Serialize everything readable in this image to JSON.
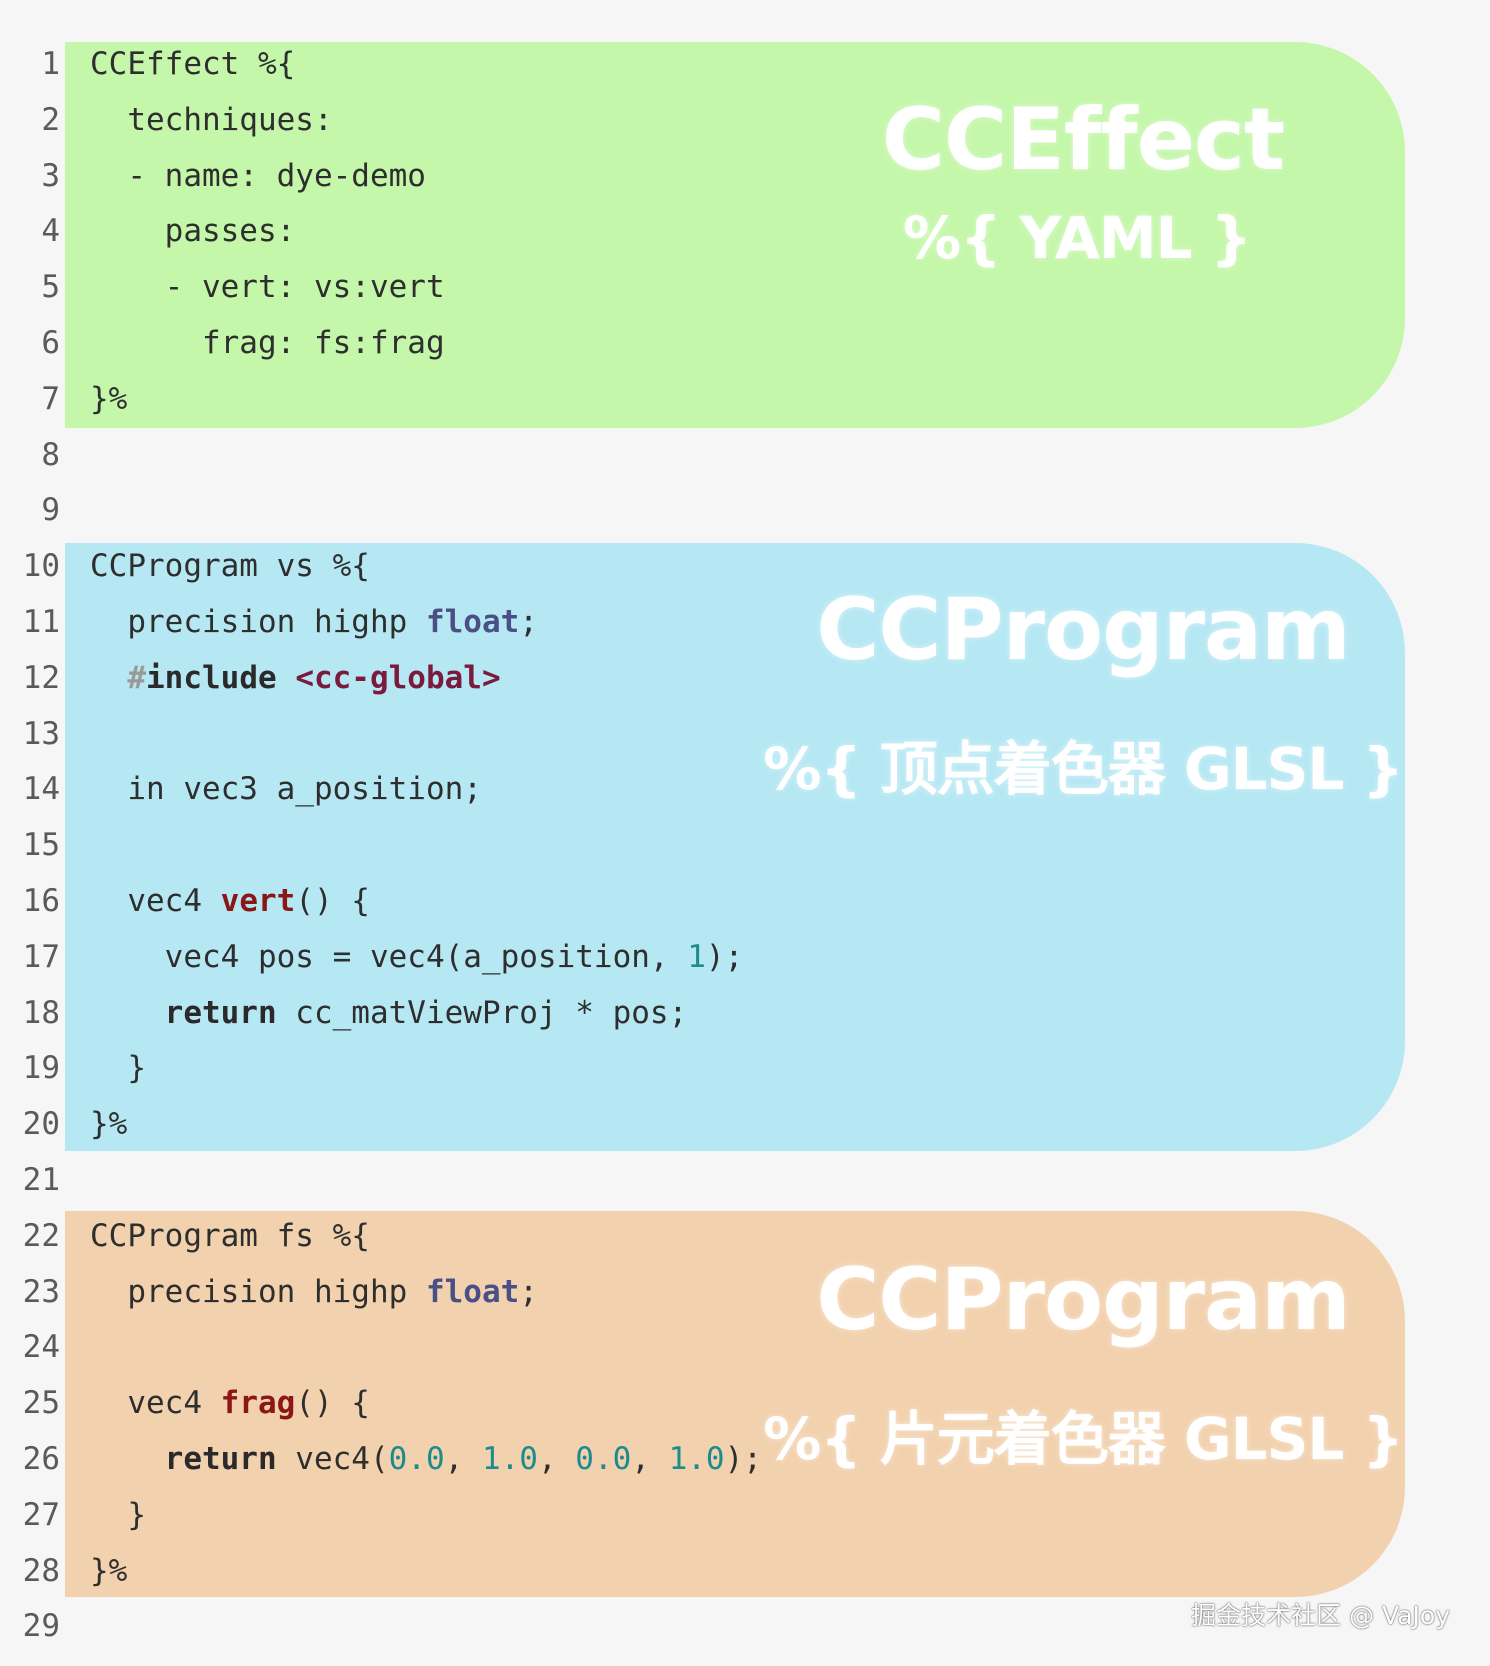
{
  "lines": [
    {
      "n": "1",
      "code": "CCEffect %{"
    },
    {
      "n": "2",
      "code": "  techniques:"
    },
    {
      "n": "3",
      "code": "  - name: dye-demo"
    },
    {
      "n": "4",
      "code": "    passes:"
    },
    {
      "n": "5",
      "code": "    - vert: vs:vert"
    },
    {
      "n": "6",
      "code": "      frag: fs:frag"
    },
    {
      "n": "7",
      "code": "}%"
    },
    {
      "n": "8",
      "code": ""
    },
    {
      "n": "9",
      "code": ""
    },
    {
      "n": "10",
      "code": "CCProgram vs %{"
    },
    {
      "n": "11",
      "code": "  precision highp ",
      "tokens": [
        {
          "t": "float",
          "c": "kw"
        },
        {
          "t": ";",
          "c": ""
        }
      ]
    },
    {
      "n": "12",
      "code": "  ",
      "tokens": [
        {
          "t": "#",
          "c": "hash"
        },
        {
          "t": "include ",
          "c": "bold"
        },
        {
          "t": "<cc-global>",
          "c": "inc"
        }
      ]
    },
    {
      "n": "13",
      "code": ""
    },
    {
      "n": "14",
      "code": "  in vec3 a_position;"
    },
    {
      "n": "15",
      "code": ""
    },
    {
      "n": "16",
      "code": "  vec4 ",
      "tokens": [
        {
          "t": "vert",
          "c": "fn"
        },
        {
          "t": "() {",
          "c": ""
        }
      ]
    },
    {
      "n": "17",
      "code": "    vec4 pos = vec4(a_position, ",
      "tokens": [
        {
          "t": "1",
          "c": "num"
        },
        {
          "t": ");",
          "c": ""
        }
      ]
    },
    {
      "n": "18",
      "code": "    ",
      "tokens": [
        {
          "t": "return",
          "c": "bold"
        },
        {
          "t": " cc_matViewProj * pos;",
          "c": ""
        }
      ]
    },
    {
      "n": "19",
      "code": "  }"
    },
    {
      "n": "20",
      "code": "}%"
    },
    {
      "n": "21",
      "code": ""
    },
    {
      "n": "22",
      "code": "CCProgram fs %{"
    },
    {
      "n": "23",
      "code": "  precision highp ",
      "tokens": [
        {
          "t": "float",
          "c": "kw"
        },
        {
          "t": ";",
          "c": ""
        }
      ]
    },
    {
      "n": "24",
      "code": ""
    },
    {
      "n": "25",
      "code": "  vec4 ",
      "tokens": [
        {
          "t": "frag",
          "c": "fn"
        },
        {
          "t": "() {",
          "c": ""
        }
      ]
    },
    {
      "n": "26",
      "code": "    ",
      "tokens": [
        {
          "t": "return",
          "c": "bold"
        },
        {
          "t": " vec4(",
          "c": ""
        },
        {
          "t": "0.0",
          "c": "num"
        },
        {
          "t": ", ",
          "c": ""
        },
        {
          "t": "1.0",
          "c": "num"
        },
        {
          "t": ", ",
          "c": ""
        },
        {
          "t": "0.0",
          "c": "num"
        },
        {
          "t": ", ",
          "c": ""
        },
        {
          "t": "1.0",
          "c": "num"
        },
        {
          "t": ");",
          "c": ""
        }
      ]
    },
    {
      "n": "27",
      "code": "  }"
    },
    {
      "n": "28",
      "code": "}%"
    },
    {
      "n": "29",
      "code": ""
    }
  ],
  "overlays": {
    "effect_title": "CCEffect",
    "effect_sub": "%{ YAML }",
    "vs_title": "CCProgram",
    "vs_sub": "%{ 顶点着色器 GLSL }",
    "fs_title": "CCProgram",
    "fs_sub": "%{ 片元着色器 GLSL }"
  },
  "watermark": "掘金技术社区 @ VaJoy",
  "colors": {
    "effect_block": "#c4f7aa",
    "vs_block": "#b6e8f4",
    "fs_block": "#f2d1ae",
    "keyword": "#4a4f86",
    "function": "#8a1616",
    "number": "#1e8c8c",
    "include": "#7a1a3c"
  }
}
